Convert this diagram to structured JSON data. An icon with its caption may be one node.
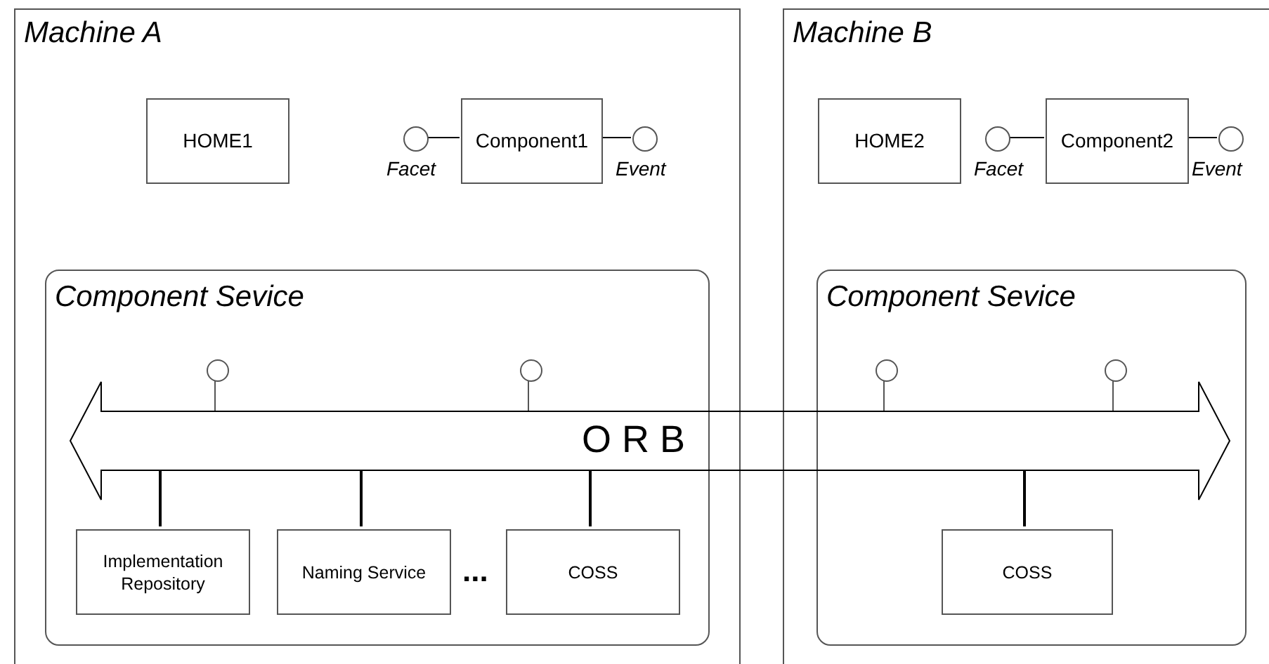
{
  "diagram": {
    "nodes": [
      {
        "text": [
          "Machine A"
        ]
      },
      {
        "text": [
          "HOME1"
        ],
        "in": 0
      },
      {
        "text": [],
        "shape": "circle",
        "in": 0,
        "beside": [
          "Facet"
        ]
      },
      {
        "text": [
          "Component1"
        ],
        "in": 0
      },
      {
        "text": [],
        "shape": "circle",
        "in": 0,
        "beside": [
          "Event"
        ]
      },
      {
        "text": [
          "Machine B"
        ]
      },
      {
        "text": [
          "HOME2"
        ],
        "in": 5
      },
      {
        "text": [],
        "shape": "circle",
        "in": 5,
        "beside": [
          "Facet"
        ]
      },
      {
        "text": [
          "Component2"
        ],
        "in": 5
      },
      {
        "text": [],
        "shape": "circle",
        "in": 5,
        "beside": [
          "Event"
        ]
      },
      {
        "text": [
          "Component Sevice"
        ],
        "in": 0
      },
      {
        "text": [
          "Component Sevice"
        ],
        "in": 5
      },
      {
        "text": [],
        "shape": "circle",
        "in": 10
      },
      {
        "text": [],
        "shape": "circle",
        "in": 10
      },
      {
        "text": [],
        "shape": "circle",
        "in": 11
      },
      {
        "text": [],
        "shape": "circle",
        "in": 11
      },
      {
        "text": [
          "O R B"
        ]
      },
      {
        "text": [
          "Implementation Repository"
        ],
        "in": 10
      },
      {
        "text": [
          "Naming Service"
        ],
        "in": 10
      },
      {
        "text": [
          "COSS"
        ],
        "in": 10
      },
      {
        "text": [
          "COSS"
        ],
        "in": 11
      }
    ],
    "edges": [
      {
        "from": 2,
        "to": 3,
        "arrow": "none"
      },
      {
        "from": 3,
        "to": 4,
        "arrow": "none"
      },
      {
        "from": 7,
        "to": 8,
        "arrow": "none"
      },
      {
        "from": 8,
        "to": 9,
        "arrow": "none"
      },
      {
        "from": 12,
        "to": 16,
        "arrow": "none"
      },
      {
        "from": 13,
        "to": 16,
        "arrow": "none"
      },
      {
        "from": 14,
        "to": 16,
        "arrow": "none"
      },
      {
        "from": 15,
        "to": 16,
        "arrow": "none"
      },
      {
        "from": 16,
        "to": 17,
        "arrow": "none"
      },
      {
        "from": 16,
        "to": 18,
        "arrow": "none"
      },
      {
        "from": 16,
        "to": 19,
        "arrow": "none"
      },
      {
        "from": 16,
        "to": 20,
        "arrow": "none"
      }
    ],
    "labels": [
      "..."
    ]
  }
}
